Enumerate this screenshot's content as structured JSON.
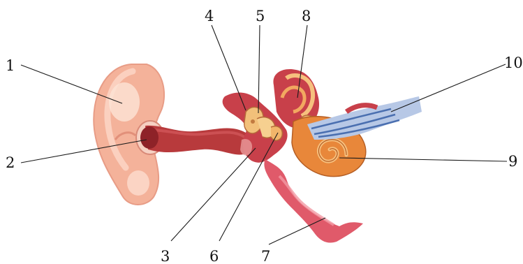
{
  "labels": [
    {
      "id": "1",
      "text": "1"
    },
    {
      "id": "2",
      "text": "2"
    },
    {
      "id": "3",
      "text": "3"
    },
    {
      "id": "4",
      "text": "4"
    },
    {
      "id": "5",
      "text": "5"
    },
    {
      "id": "6",
      "text": "6"
    },
    {
      "id": "7",
      "text": "7"
    },
    {
      "id": "8",
      "text": "8"
    },
    {
      "id": "9",
      "text": "9"
    },
    {
      "id": "10",
      "text": "10"
    }
  ],
  "colors": {
    "outer_ear_fill": "#f4b29a",
    "outer_ear_light": "#fde3d6",
    "canal_fill": "#b83a3c",
    "canal_dark": "#8e2228",
    "middle_ear_fill": "#c8404a",
    "ossicle_fill": "#f2c07a",
    "cochlea_fill": "#e8873a",
    "cochlea_light": "#f6c07e",
    "tube_fill": "#e05a6a",
    "nerve_blue": "#4a6fb0",
    "nerve_light": "#b7c8e6",
    "line": "#1a1a1a",
    "text": "#111111"
  }
}
